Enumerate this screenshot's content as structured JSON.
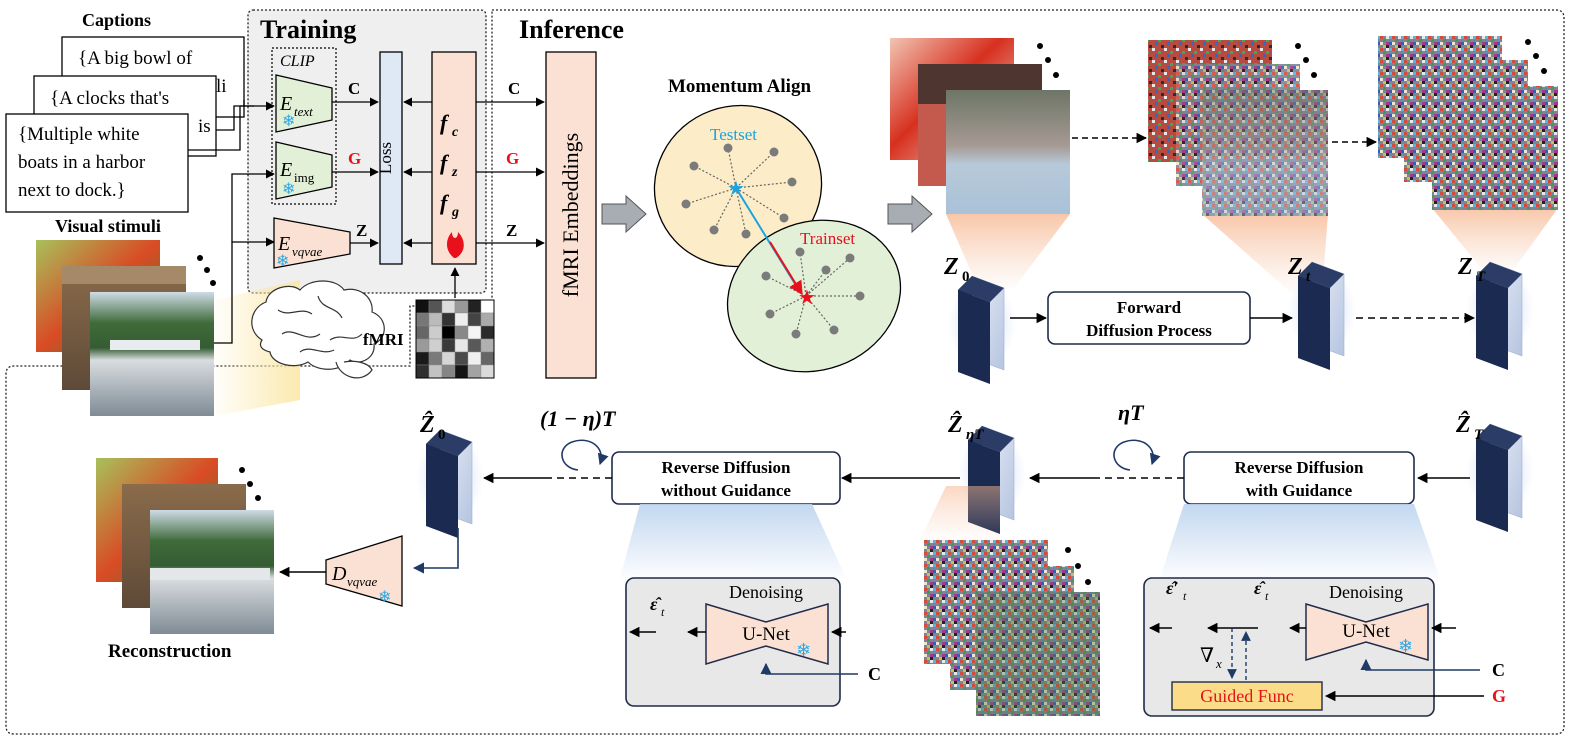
{
  "sections": {
    "training": "Training",
    "inference": "Inference"
  },
  "captions": {
    "title": "Captions",
    "card1": "{A big bowl of",
    "card1b": "li",
    "card2": "{A clocks that's",
    "card2b": "is",
    "card3_lines": [
      "{Multiple  white",
      "boats in a harbor",
      "next to dock.}"
    ]
  },
  "visual_stimuli_label": "Visual stimuli",
  "clip_label": "CLIP",
  "encoders": {
    "text": "E",
    "text_sub": "text",
    "img": "E",
    "img_sub": "img",
    "vqvae": "E",
    "vqvae_sub": "vqvae",
    "decoder": "D",
    "decoder_sub": "vqvae"
  },
  "loss_label": "Loss",
  "features": {
    "fc": "f",
    "fc_sub": "c",
    "fz": "f",
    "fz_sub": "z",
    "fg": "f",
    "fg_sub": "g"
  },
  "signals": {
    "C": "C",
    "G": "G",
    "Z": "Z"
  },
  "fmri_label": "fMRI",
  "fmri_embeddings_label": "fMRI Embeddings",
  "momentum": {
    "title": "Momentum Align",
    "testset": "Testset",
    "trainset": "Trainset"
  },
  "latents": {
    "z0": "Z",
    "z0_sub": "0",
    "zt": "Z",
    "zt_sub": "t",
    "zT": "Z",
    "zT_sub": "T",
    "hat_zT": "Ẑ",
    "hat_zT_sub": "T",
    "hat_zeta": "Ẑ",
    "hat_zeta_sub": "ηT",
    "hat_z0": "Ẑ",
    "hat_z0_sub": "0"
  },
  "forward_box": [
    "Forward",
    "Diffusion Process"
  ],
  "reverse_guided_box": [
    "Reverse Diffusion",
    "with Guidance"
  ],
  "reverse_unguided_box": [
    "Reverse Diffusion",
    "without Guidance"
  ],
  "loop_labels": {
    "eta_t": "ηT",
    "one_minus": "(1 − η)T"
  },
  "unet": {
    "denoising": "Denoising",
    "unet": "U-Net",
    "eps": "ε̂",
    "eps_sub": "t",
    "eps_prime": "ε̂′",
    "gradient": "∇",
    "gradient_sub": "x",
    "guided_func": "Guided Func",
    "C": "C",
    "G": "G"
  },
  "reconstruction_label": "Reconstruction",
  "colors": {
    "red": "#e8101a",
    "blue_text": "#1aa3e0",
    "snowflake": "#2ea8e6",
    "text_enc_fill": "#e3f0d8",
    "vqvae_fill": "#fbe1d3",
    "loss_fill": "#dfe9f6",
    "feature_fill": "#fbe1d3",
    "embed_fill": "#fbe1d3",
    "testset_fill": "#fdecc8",
    "trainset_fill": "#e3f0d8",
    "panel_gray": "#e8e8e8",
    "dark_navy": "#1f2b4a"
  }
}
